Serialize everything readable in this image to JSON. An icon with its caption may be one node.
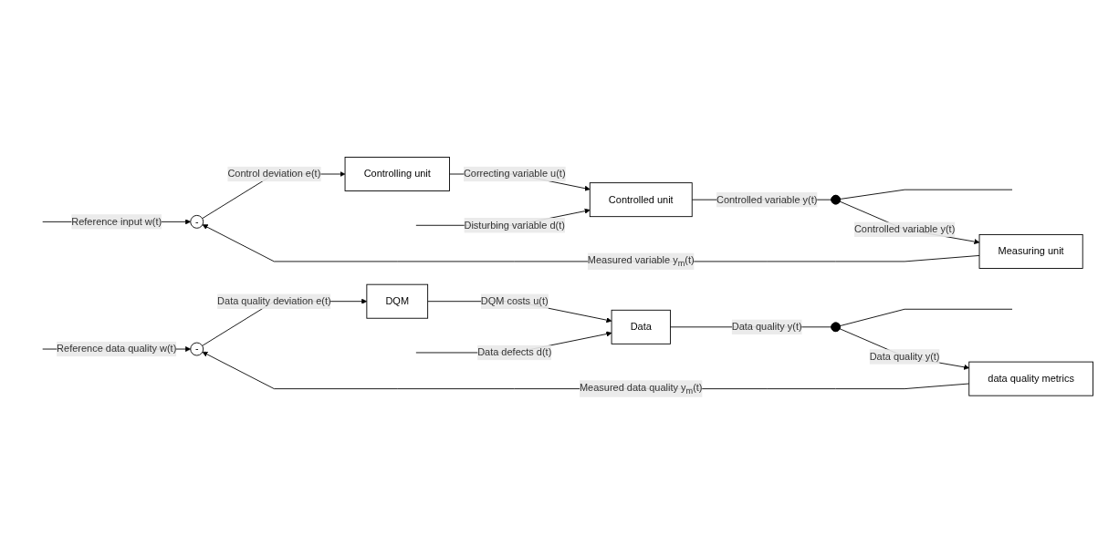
{
  "diagram": {
    "nodes": [
      {
        "text": [
          "-"
        ]
      },
      {
        "text": [
          "Controlling unit"
        ]
      },
      {
        "text": [
          "Controlled unit"
        ]
      },
      {
        "text": [],
        "shape": "dot"
      },
      {
        "text": [
          "Measuring unit"
        ]
      },
      {
        "text": [
          "-"
        ]
      },
      {
        "text": [
          "DQM"
        ]
      },
      {
        "text": [
          "Data"
        ]
      },
      {
        "text": [],
        "shape": "dot"
      },
      {
        "text": [
          "data quality metrics"
        ]
      }
    ],
    "edges": [
      {
        "from": null,
        "to": 0,
        "arrow": "to",
        "label": "Reference input w(t)"
      },
      {
        "from": 0,
        "to": 1,
        "arrow": "to",
        "label": "Control deviation e(t)"
      },
      {
        "from": 1,
        "to": 2,
        "arrow": "to",
        "label": "Correcting variable u(t)"
      },
      {
        "from": null,
        "to": 2,
        "arrow": "to",
        "label": "Disturbing variable d(t)"
      },
      {
        "from": 2,
        "to": 3,
        "arrow": "none",
        "label": "Controlled variable y(t)"
      },
      {
        "from": 3,
        "to": null,
        "arrow": "none"
      },
      {
        "from": 3,
        "to": 4,
        "arrow": "to",
        "label": "Controlled variable y(t)"
      },
      {
        "from": 4,
        "to": 0,
        "arrow": "to",
        "label": "Measured variable y$_{m}$(t)"
      },
      {
        "from": null,
        "to": 5,
        "arrow": "to",
        "label": "Reference data quality w(t)"
      },
      {
        "from": 5,
        "to": 6,
        "arrow": "to",
        "label": "Data quality deviation e(t)"
      },
      {
        "from": 6,
        "to": 7,
        "arrow": "to",
        "label": "DQM costs u(t)"
      },
      {
        "from": null,
        "to": 7,
        "arrow": "to",
        "label": "Data defects d(t)"
      },
      {
        "from": 7,
        "to": 8,
        "arrow": "none",
        "label": "Data quality y(t)"
      },
      {
        "from": 8,
        "to": null,
        "arrow": "none"
      },
      {
        "from": 8,
        "to": 9,
        "arrow": "to",
        "label": "Data quality y(t)"
      },
      {
        "from": 9,
        "to": 5,
        "arrow": "to",
        "label": "Measured data quality y$_{m}$(t)"
      }
    ]
  }
}
